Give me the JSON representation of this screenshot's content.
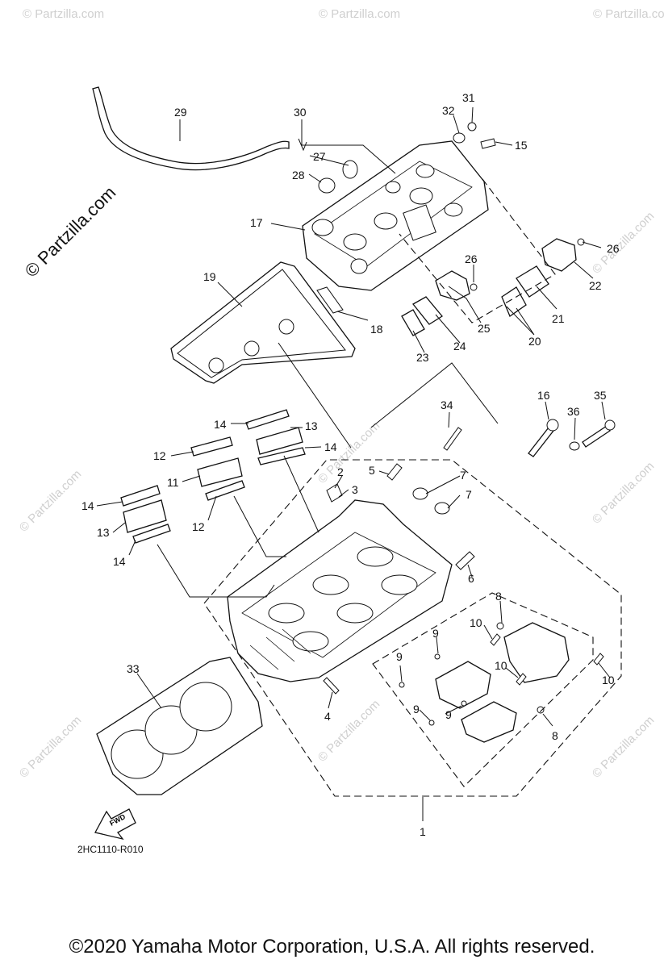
{
  "watermark": {
    "main": "© Partzilla.com",
    "faint": "© Partzilla.com"
  },
  "callouts": {
    "c1": "1",
    "c2": "2",
    "c3": "3",
    "c4": "4",
    "c5": "5",
    "c6": "6",
    "c7a": "7",
    "c7b": "7",
    "c8a": "8",
    "c8b": "8",
    "c9a": "9",
    "c9b": "9",
    "c9c": "9",
    "c9d": "9",
    "c10a": "10",
    "c10b": "10",
    "c10c": "10",
    "c11": "11",
    "c12a": "12",
    "c12b": "12",
    "c13a": "13",
    "c13b": "13",
    "c14a": "14",
    "c14b": "14",
    "c14c": "14",
    "c14d": "14",
    "c15": "15",
    "c16": "16",
    "c17": "17",
    "c18": "18",
    "c19": "19",
    "c20": "20",
    "c21": "21",
    "c22": "22",
    "c23": "23",
    "c24": "24",
    "c25": "25",
    "c26a": "26",
    "c26b": "26",
    "c27": "27",
    "c28": "28",
    "c29": "29",
    "c30": "30",
    "c31": "31",
    "c32": "32",
    "c33": "33",
    "c34": "34",
    "c35": "35",
    "c36": "36"
  },
  "fwd_label": "FWD",
  "diagram_code": "2HC1110-R010",
  "copyright": "©2020 Yamaha Motor Corporation, U.S.A. All rights reserved."
}
